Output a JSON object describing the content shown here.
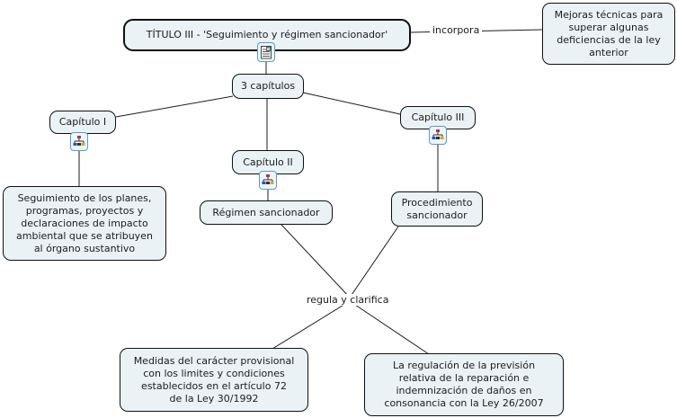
{
  "nodes": {
    "titulo": "TÍTULO III - 'Seguimiento y régimen sancionador'",
    "mejoras": "Mejoras técnicas para\nsuperar algunas\ndeficiencias de la ley\nanterior",
    "tres_capitulos": "3 capítulos",
    "capitulo_i": "Capítulo I",
    "capitulo_ii": "Capítulo II",
    "capitulo_iii": "Capítulo III",
    "seguimiento": "Seguimiento de los planes,\nprogramas, proyectos y\ndeclaraciones de impacto\nambiental que se atribuyen\nal órgano sustantivo",
    "regimen": "Régimen sancionador",
    "procedimiento": "Procedimiento\nsancionador",
    "medidas": "Medidas del carácter provisional\ncon los limites y condiciones\nestablecidos en el artículo 72\nde la Ley 30/1992",
    "regulacion": "La regulación de la previsión\nrelativa de la reparación e\nindemnización de daños en\nconsonancia con la Ley 26/2007"
  },
  "links": {
    "incorpora": "incorpora",
    "regula": "regula y clarifica"
  },
  "icons": {
    "title_resource": "note-icon",
    "chapter_resource": "org-chart-icon"
  },
  "colors": {
    "node_fill": "#eaf2f6",
    "node_border": "#101010",
    "connector": "#1c1c1c",
    "icon_border": "#5d97d2",
    "icon_fill": "#eef6fd",
    "background": "#ffffff"
  }
}
